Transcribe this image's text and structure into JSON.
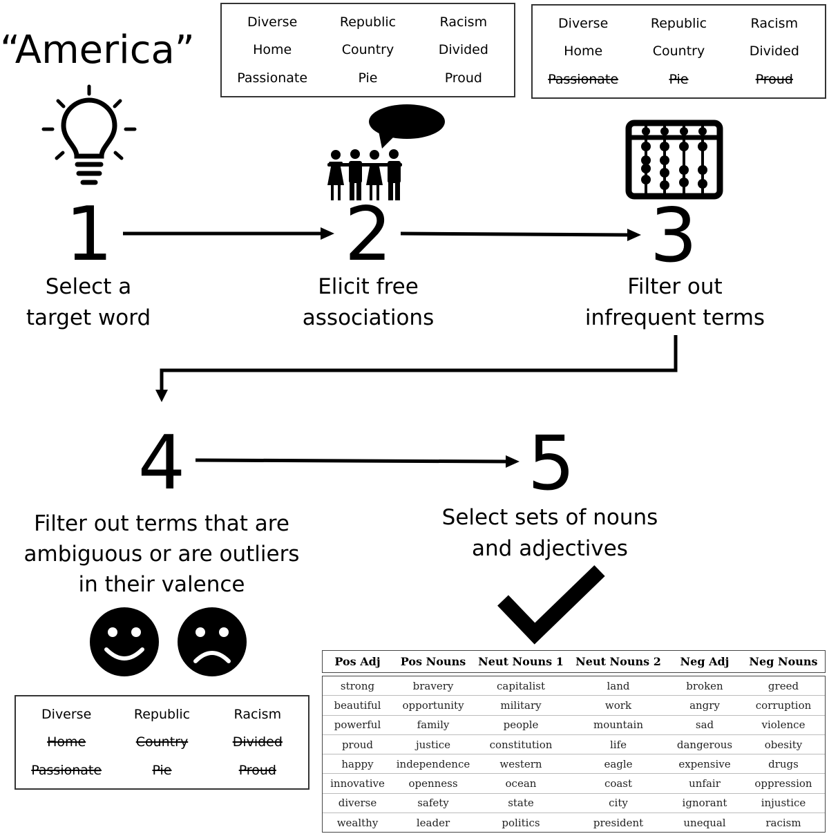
{
  "target_word": "“America”",
  "steps": [
    {
      "number": "1",
      "label_lines": [
        "Select a",
        "target word"
      ]
    },
    {
      "number": "2",
      "label_lines": [
        "Elicit free",
        "associations"
      ]
    },
    {
      "number": "3",
      "label_lines": [
        "Filter out",
        "infrequent terms"
      ]
    },
    {
      "number": "4",
      "label_lines": [
        "Filter out terms that are",
        "ambiguous or are outliers",
        "in their valence"
      ]
    },
    {
      "number": "5",
      "label_lines": [
        "Select sets of nouns",
        "and adjectives"
      ]
    }
  ],
  "word_boxes": [
    {
      "words": [
        "Diverse",
        "Republic",
        "Racism",
        "Home",
        "Country",
        "Divided",
        "Passionate",
        "Pie",
        "Proud"
      ],
      "struck": []
    },
    {
      "words": [
        "Diverse",
        "Republic",
        "Racism",
        "Home",
        "Country",
        "Divided",
        "Passionate",
        "Pie",
        "Proud"
      ],
      "struck": [
        6,
        7,
        8
      ]
    },
    {
      "words": [
        "Diverse",
        "Republic",
        "Racism",
        "Home",
        "Country",
        "Divided",
        "Passionate",
        "Pie",
        "Proud"
      ],
      "struck": [
        3,
        4,
        5,
        6,
        7,
        8
      ]
    }
  ],
  "icons": [
    "lightbulb-icon",
    "people-speech-icon",
    "abacus-icon",
    "happy-face-icon",
    "sad-face-icon",
    "checkmark-icon"
  ],
  "word_table": {
    "headers": [
      "Pos Adj",
      "Pos Nouns",
      "Neut Nouns 1",
      "Neut Nouns 2",
      "Neg Adj",
      "Neg Nouns"
    ],
    "rows": [
      [
        "strong",
        "bravery",
        "capitalist",
        "land",
        "broken",
        "greed"
      ],
      [
        "beautiful",
        "opportunity",
        "military",
        "work",
        "angry",
        "corruption"
      ],
      [
        "powerful",
        "family",
        "people",
        "mountain",
        "sad",
        "violence"
      ],
      [
        "proud",
        "justice",
        "constitution",
        "life",
        "dangerous",
        "obesity"
      ],
      [
        "happy",
        "independence",
        "western",
        "eagle",
        "expensive",
        "drugs"
      ],
      [
        "innovative",
        "openness",
        "ocean",
        "coast",
        "unfair",
        "oppression"
      ],
      [
        "diverse",
        "safety",
        "state",
        "city",
        "ignorant",
        "injustice"
      ],
      [
        "wealthy",
        "leader",
        "politics",
        "president",
        "unequal",
        "racism"
      ]
    ]
  }
}
